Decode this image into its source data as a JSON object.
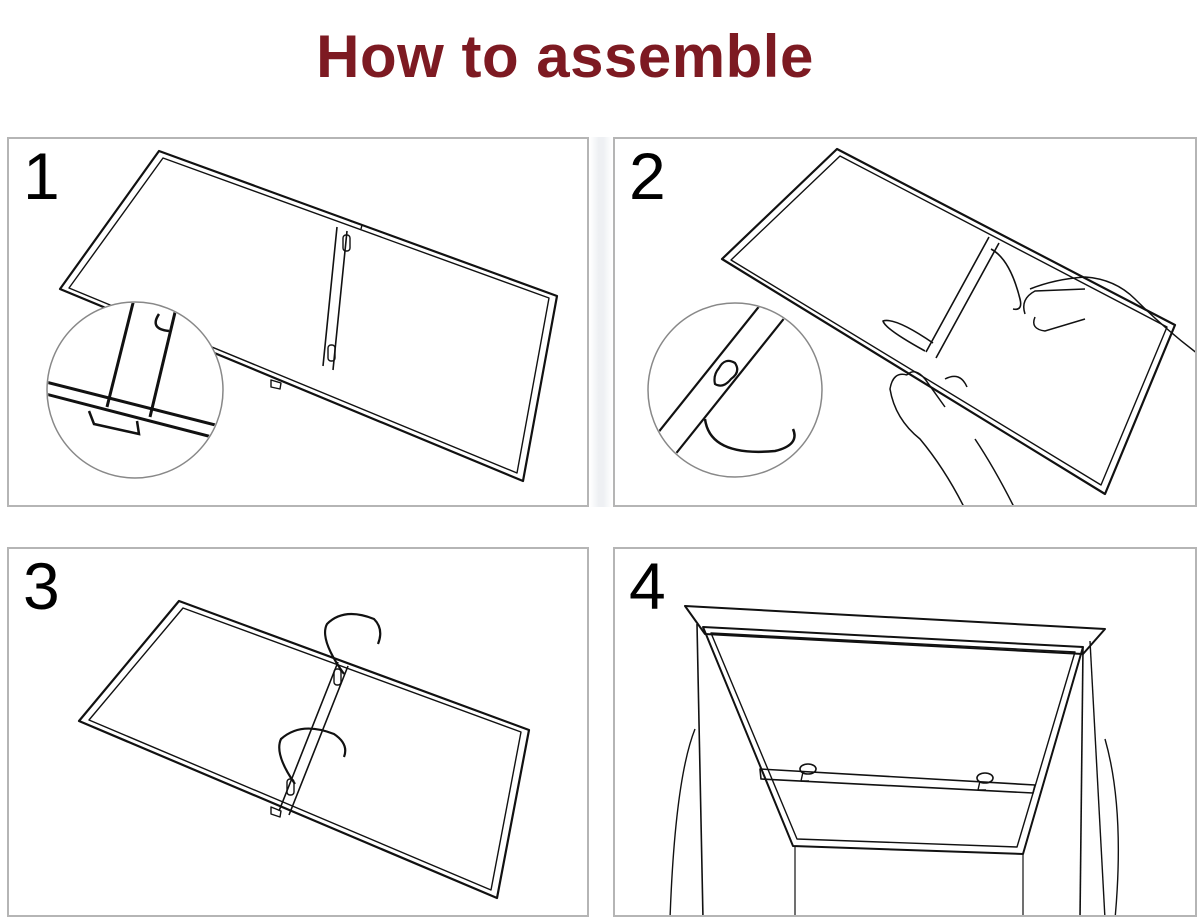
{
  "header": {
    "title": "How to assemble"
  },
  "colors": {
    "title": "#7d1a22",
    "line": "#111111",
    "panel_border": "#b5b5b5"
  },
  "steps": [
    {
      "number": "1"
    },
    {
      "number": "2"
    },
    {
      "number": "3"
    },
    {
      "number": "4"
    }
  ]
}
